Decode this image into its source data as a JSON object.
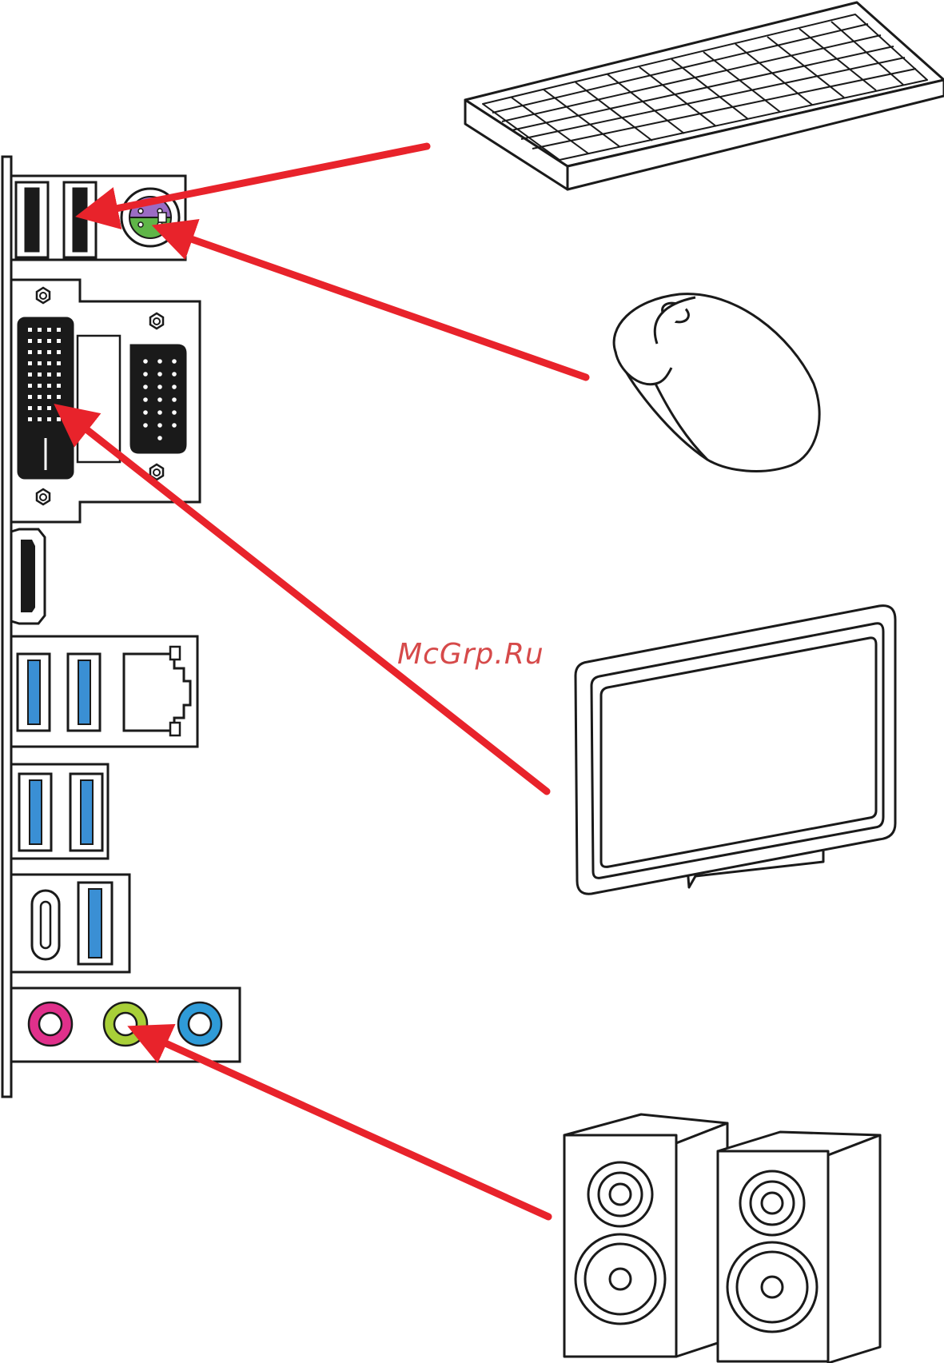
{
  "watermark": "McGrp.Ru",
  "colors": {
    "arrow": "#e8232b",
    "line": "#1a1a1a",
    "usb3_blue": "#3a8fd4",
    "ps2_purple": "#9b6cc4",
    "ps2_green": "#5fb548",
    "audio_pink": "#e0308b",
    "audio_lime": "#a8cf38",
    "audio_blue": "#2f9bd8"
  },
  "ports": [
    {
      "id": "usb2-a",
      "icon": "usb-port-icon"
    },
    {
      "id": "usb2-b",
      "icon": "usb-port-icon"
    },
    {
      "id": "ps2",
      "icon": "ps2-port-icon"
    },
    {
      "id": "dvi",
      "icon": "dvi-port-icon"
    },
    {
      "id": "vga",
      "icon": "vga-port-icon"
    },
    {
      "id": "hdmi",
      "icon": "hdmi-port-icon"
    },
    {
      "id": "lan",
      "icon": "lan-port-icon"
    },
    {
      "id": "usb-c",
      "icon": "usb-c-port-icon"
    },
    {
      "id": "audio-line-in",
      "icon": "audio-jack-icon"
    },
    {
      "id": "audio-line-out",
      "icon": "audio-jack-icon"
    },
    {
      "id": "audio-mic",
      "icon": "audio-jack-icon"
    }
  ],
  "devices": [
    {
      "id": "keyboard",
      "icon": "keyboard-icon",
      "connects_to": "usb2-b"
    },
    {
      "id": "mouse",
      "icon": "mouse-icon",
      "connects_to": "ps2"
    },
    {
      "id": "monitor",
      "icon": "monitor-icon",
      "connects_to": "dvi"
    },
    {
      "id": "speakers",
      "icon": "speakers-icon",
      "connects_to": "audio-line-out"
    }
  ]
}
